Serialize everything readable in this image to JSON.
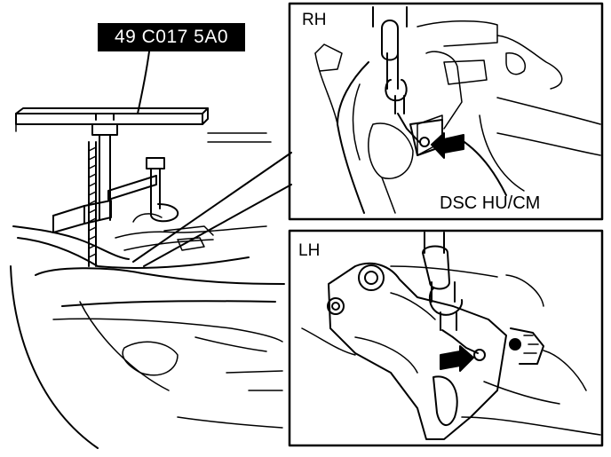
{
  "labels": {
    "tool_number": "49 C017 5A0",
    "rh": "RH",
    "lh": "LH",
    "callout": "DSC HU/CM"
  },
  "colors": {
    "ink": "#000000",
    "paper": "#ffffff"
  },
  "icons": {
    "rh_arrow": "arrow-left-icon",
    "lh_arrow": "arrow-right-icon"
  }
}
